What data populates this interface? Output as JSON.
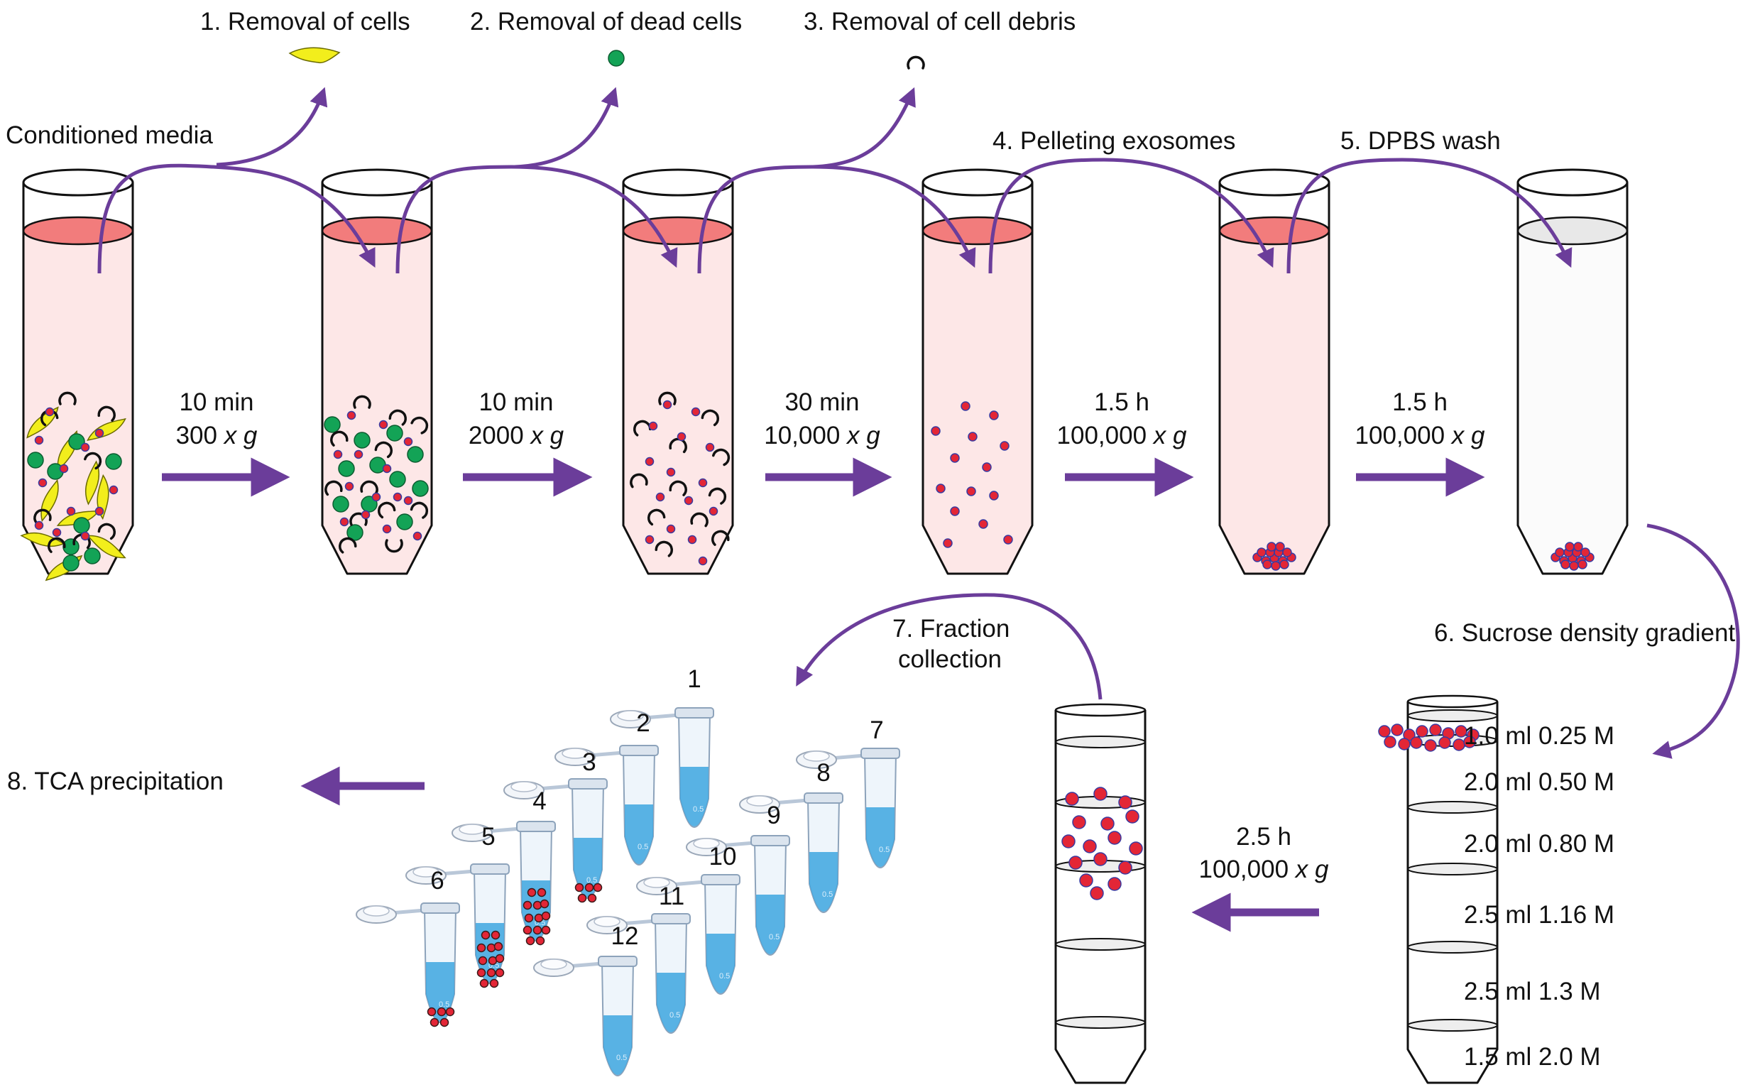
{
  "title": "",
  "colors": {
    "arrow": "#6b3d9a",
    "medium_top": "#f27c7c",
    "medium_body": "#fde7e7",
    "dpbs_top": "#e8e8e8",
    "dpbs_body": "#fbfbfb",
    "particle": "#e32636",
    "particle_edge": "#3a3aa0",
    "live_cell": "#f2ee1c",
    "dead_cell": "#13a356",
    "tube_blue": "#3da6df"
  },
  "top_labels": {
    "input": "Conditioned media",
    "step1": "1. Removal of cells",
    "step2": "2. Removal of dead cells",
    "step3": "3. Removal of cell debris",
    "step4": "4. Pelleting exosomes",
    "step5": "5. DPBS wash"
  },
  "spins": [
    {
      "time": "10 min",
      "force": "300",
      "unit": "x g"
    },
    {
      "time": "10 min",
      "force": "2000",
      "unit": "x g"
    },
    {
      "time": "30 min",
      "force": "10,000",
      "unit": "x g"
    },
    {
      "time": "1.5 h",
      "force": "100,000",
      "unit": "x g"
    },
    {
      "time": "1.5 h",
      "force": "100,000",
      "unit": "x g"
    }
  ],
  "gradient_step": "6. Sucrose density gradient",
  "gradient_layers": [
    "1.0 ml 0.25 M",
    "2.0 ml 0.50 M",
    "2.0 ml 0.80 M",
    "2.5 ml 1.16 M",
    "2.5 ml 1.3 M",
    "1.5 ml 2.0 M"
  ],
  "gradient_spin": {
    "time": "2.5 h",
    "force": "100,000",
    "unit": "x g"
  },
  "fraction_step": {
    "line1": "7. Fraction",
    "line2": "collection"
  },
  "tca_step": "8. TCA precipitation",
  "fraction_numbers": [
    "1",
    "2",
    "3",
    "4",
    "5",
    "6",
    "7",
    "8",
    "9",
    "10",
    "11",
    "12"
  ],
  "microtube_mark": "0.5"
}
